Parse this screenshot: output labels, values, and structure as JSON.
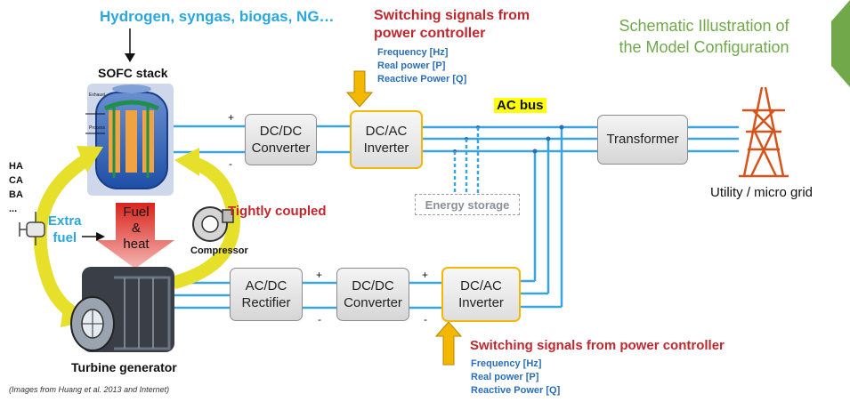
{
  "labels": {
    "fuel_sources": "Hydrogen, syngas, biogas, NG…",
    "switching_top_line1": "Switching signals from",
    "switching_top_line2": "power controller",
    "frequency": "Frequency [Hz]",
    "real_power": "Real power [P]",
    "reactive_power": "Reactive Power [Q]",
    "title_line1": "Schematic Illustration of",
    "title_line2": "the Model Configuration",
    "sofc_stack": "SOFC stack",
    "ac_bus": "AC bus",
    "energy_storage": "Energy storage",
    "utility": "Utility / micro grid",
    "abbr": [
      "HA",
      "CA",
      "BA",
      "..."
    ],
    "extra_line1": "Extra",
    "extra_line2": "fuel",
    "fuel_heat": [
      "Fuel",
      "&",
      "heat"
    ],
    "tightly_coupled": "Tightly coupled",
    "compressor": "Compressor",
    "turbine_generator": "Turbine generator",
    "source_note": "(Images from Huang et al. 2013 and Internet)",
    "switching_bottom": "Switching signals from power controller"
  },
  "boxes": {
    "dcdc_top": {
      "line1": "DC/DC",
      "line2": "Converter"
    },
    "dcac_top": {
      "line1": "DC/AC",
      "line2": "Inverter"
    },
    "transformer": "Transformer",
    "acdc": {
      "line1": "AC/DC",
      "line2": "Rectifier"
    },
    "dcdc_bottom": {
      "line1": "DC/DC",
      "line2": "Converter"
    },
    "dcac_bottom": {
      "line1": "DC/AC",
      "line2": "Inverter"
    }
  },
  "polarity": {
    "plus": "+",
    "minus": "-"
  },
  "colors": {
    "line_blue": "#39a4dd",
    "signal_red": "#c0282d",
    "signal_blue": "#2a6eb5",
    "title_green": "#70a84a",
    "arrow_yellow": "#f5b800",
    "tower_orange": "#d4541c",
    "ac_bus_highlight": "#ffff00"
  }
}
